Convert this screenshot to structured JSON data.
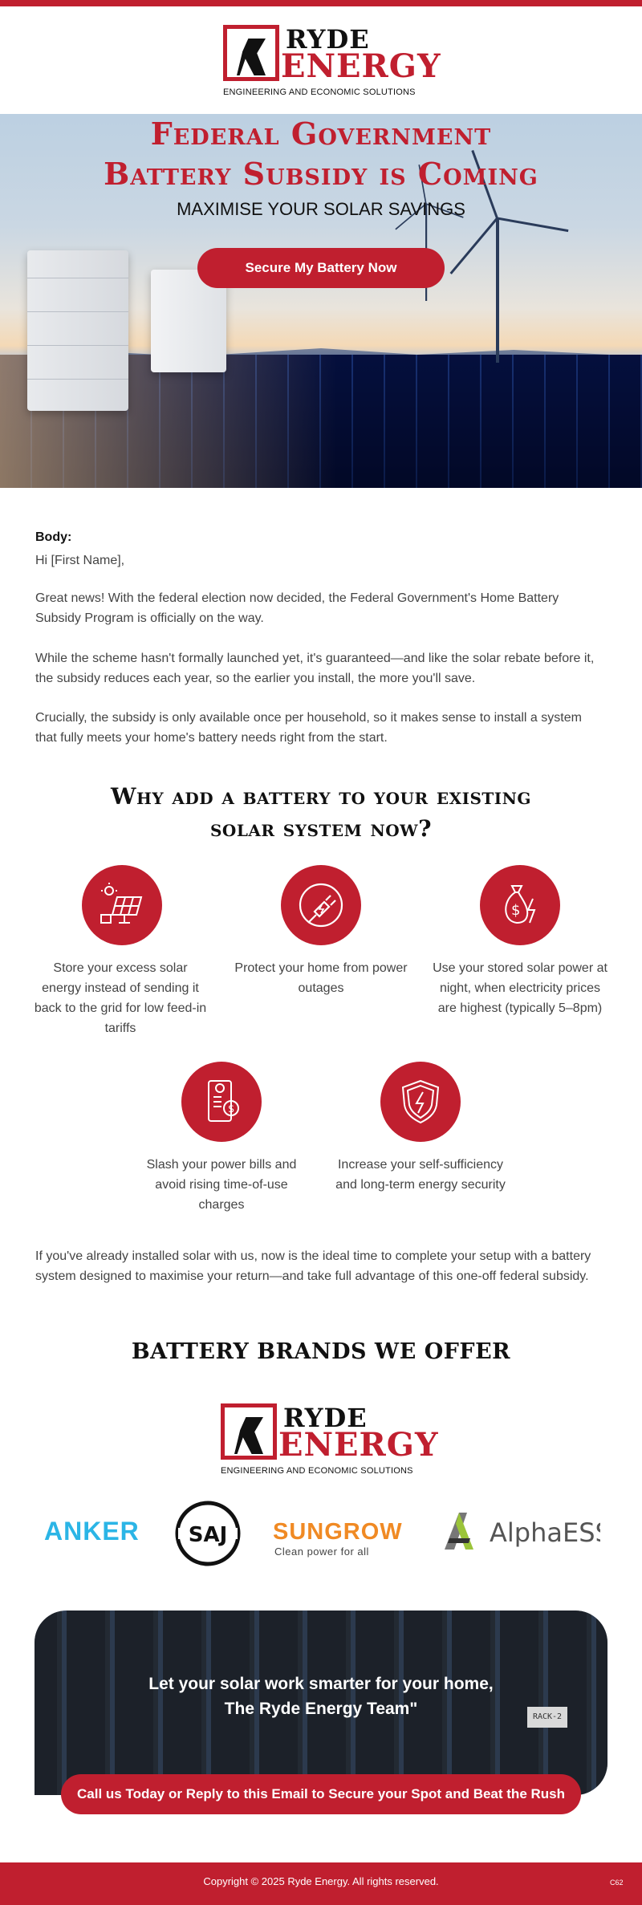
{
  "brand": {
    "name_line1": "RYDE",
    "name_line2": "ENERGY",
    "tagline": "ENGINEERING AND ECONOMIC SOLUTIONS",
    "accent_color": "#c01f2f"
  },
  "hero": {
    "title_line1": "Federal Government",
    "title_line2": "Battery Subsidy is Coming",
    "subtitle": "MAXIMISE YOUR SOLAR SAVINGS",
    "cta_label": "Secure My Battery Now"
  },
  "body": {
    "label": "Body:",
    "greeting": "Hi [First Name],",
    "paragraph1": "Great news! With the federal election now decided, the Federal Government's Home Battery Subsidy Program is officially on the way.",
    "paragraph2": "While the scheme hasn't formally launched yet, it's guaranteed—and like the solar rebate before it, the subsidy reduces each year, so the earlier you install, the more you'll save.",
    "paragraph3": "Crucially, the subsidy is only available once per household, so it makes sense to install a system that fully meets your home's battery needs right from the start.",
    "paragraph4": "If you've already installed solar with us, now is the ideal time to complete your setup with a battery system designed to maximise your return—and take full advantage of this one-off federal subsidy."
  },
  "why": {
    "title_line1": "Why add a battery to your existing",
    "title_line2": "solar system now?",
    "features": [
      {
        "icon": "solar-panel-icon",
        "text": "Store your excess solar energy instead of sending it back to the grid for low feed-in tariffs"
      },
      {
        "icon": "plug-icon",
        "text": "Protect your home from power outages"
      },
      {
        "icon": "money-bag-lightning-icon",
        "text": "Use your stored solar power at night, when electricity prices are highest (typically 5–8pm)"
      },
      {
        "icon": "bill-icon",
        "text": "Slash your power bills and avoid rising time-of-use charges"
      },
      {
        "icon": "shield-lightning-icon",
        "text": "Increase your self-sufficiency and long-term energy security"
      }
    ]
  },
  "brands": {
    "title": "BATTERY BRANDS WE OFFER",
    "items": [
      {
        "name": "ANKER",
        "color": "#2bb5e6"
      },
      {
        "name": "SAJ",
        "color": "#111111"
      },
      {
        "name": "SUNGROW",
        "tagline": "Clean power for all",
        "color": "#f08a24"
      },
      {
        "name": "AlphaESS",
        "color": "#555555"
      }
    ]
  },
  "closing": {
    "line1": "Let your solar work smarter for your home,",
    "line2": "The Ryde Energy Team\"",
    "rack_label": "RACK-2",
    "cta_label": "Call us Today or Reply to this Email to Secure your Spot and Beat the Rush"
  },
  "footer": {
    "copyright": "Copyright © 2025 Ryde Energy. All rights reserved.",
    "code": "C62"
  }
}
